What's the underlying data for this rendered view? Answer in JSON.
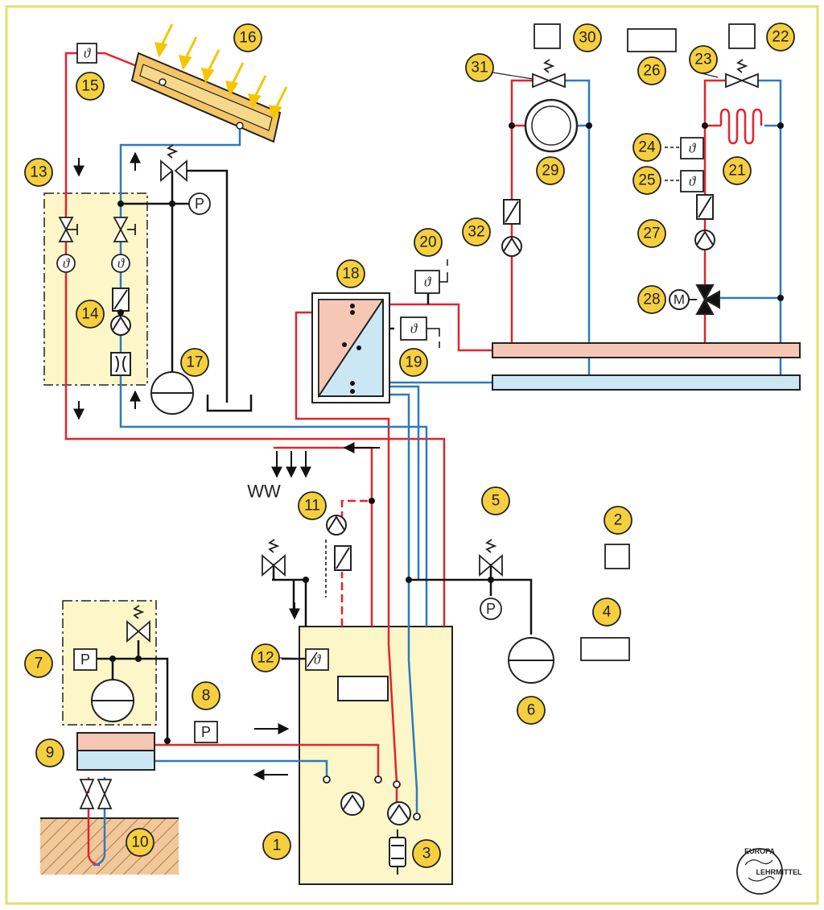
{
  "labels": {
    "n1": "1",
    "n2": "2",
    "n3": "3",
    "n4": "4",
    "n5": "5",
    "n6": "6",
    "n7": "7",
    "n8": "8",
    "n9": "9",
    "n10": "10",
    "n11": "11",
    "n12": "12",
    "n13": "13",
    "n14": "14",
    "n15": "15",
    "n16": "16",
    "n17": "17",
    "n18": "18",
    "n19": "19",
    "n20": "20",
    "n21": "21",
    "n22": "22",
    "n23": "23",
    "n24": "24",
    "n25": "25",
    "n26": "26",
    "n27": "27",
    "n28": "28",
    "n29": "29",
    "n30": "30",
    "n31": "31",
    "n32": "32"
  },
  "symbols": {
    "temperature": "ϑ",
    "pressure": "P",
    "motor": "M",
    "hot_water": "WW"
  },
  "logo": {
    "top": "EUROPA",
    "side": "LEHRMITTEL"
  },
  "colors": {
    "hot": "#e3232c",
    "cold": "#2b7bbf",
    "badge": "#f6cf3f",
    "panel": "#fdf6c8",
    "frame": "#e6de6a",
    "warm_fill": "#f5c7b4",
    "cool_fill": "#cce7f4",
    "collector": "#f4c566"
  }
}
